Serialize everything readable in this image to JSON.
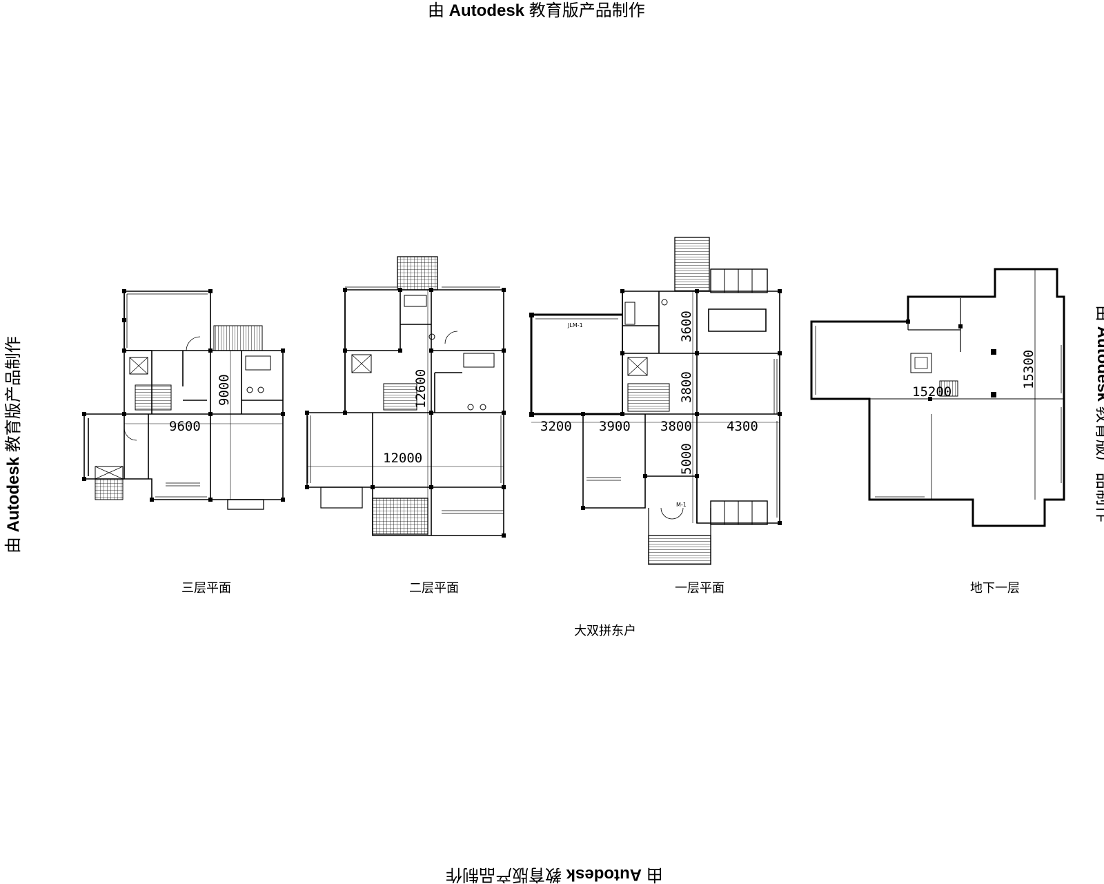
{
  "watermark": {
    "prefix": "由",
    "brand": "Autodesk",
    "suffix": "教育版产品制作"
  },
  "plans": {
    "third_floor": {
      "caption": "三层平面",
      "dim_width": "9600",
      "dim_depth": "9000"
    },
    "second_floor": {
      "caption": "二层平面",
      "dim_width": "12000",
      "dim_depth": "12600"
    },
    "first_floor": {
      "caption": "一层平面",
      "dims": [
        "3200",
        "3900",
        "3800",
        "4300"
      ],
      "dim_top": "3600",
      "dim_mid": "3800",
      "dim_bottom": "5000",
      "tag_window": "JLM-1",
      "tag_door": "M-1"
    },
    "basement": {
      "caption": "地下一层",
      "dim_width": "15200",
      "dim_depth": "15300"
    }
  },
  "project_title": "大双拼东户"
}
